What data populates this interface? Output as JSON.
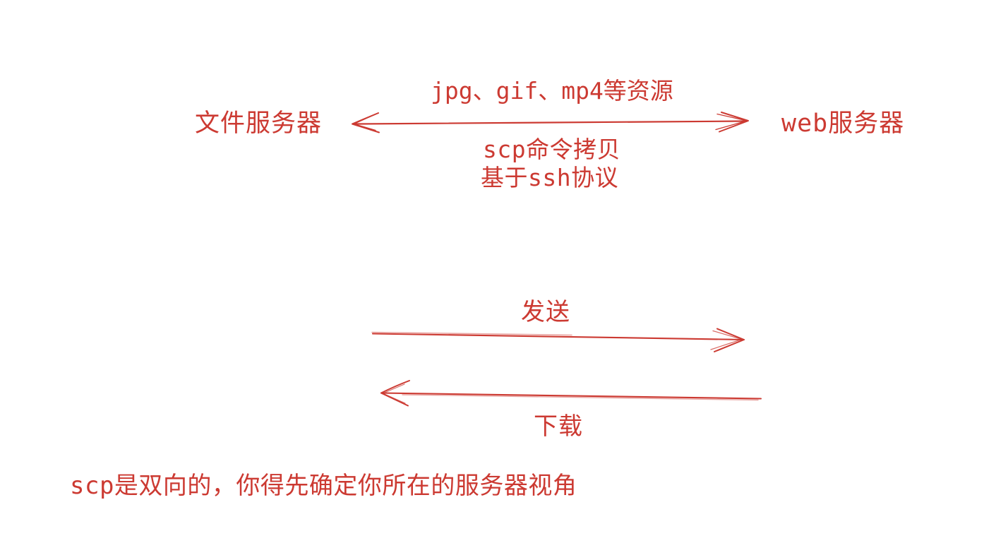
{
  "colors": {
    "ink": "#cc3a32",
    "background": "#ffffff"
  },
  "diagram": {
    "nodes": {
      "file_server": "文件服务器",
      "web_server": "web服务器"
    },
    "top_link": {
      "label_above": "jpg、gif、mp4等资源",
      "label_below_line1": "scp命令拷贝",
      "label_below_line2": "基于ssh协议"
    },
    "send": {
      "label": "发送"
    },
    "download": {
      "label": "下载"
    },
    "note": "scp是双向的，你得先确定你所在的服务器视角"
  }
}
